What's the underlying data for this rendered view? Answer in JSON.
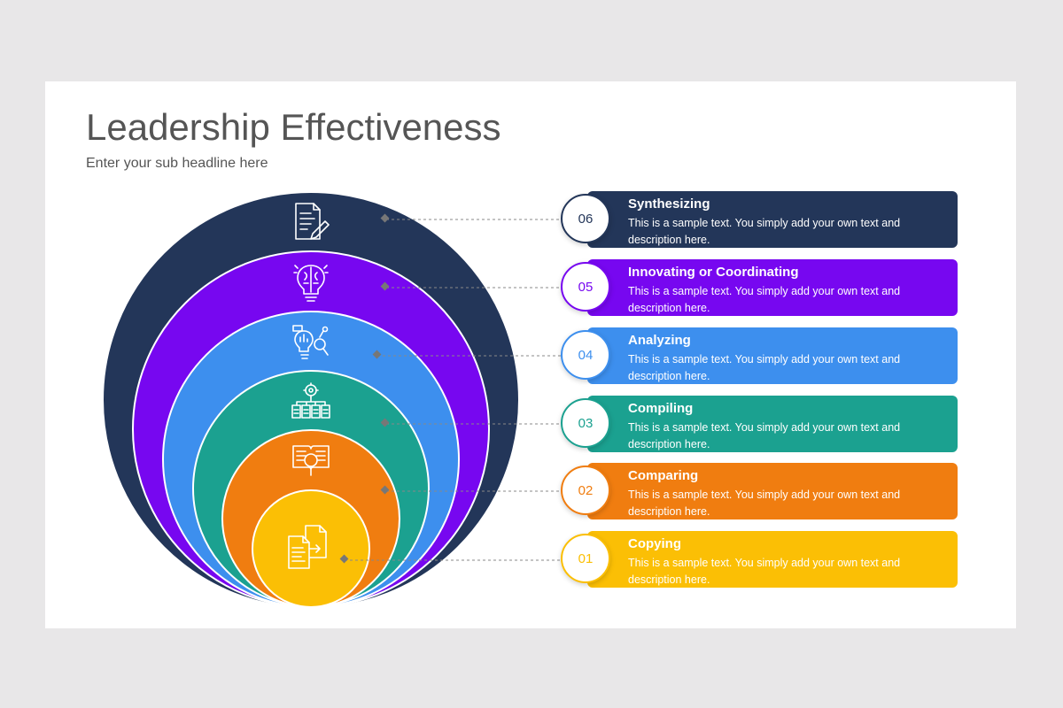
{
  "header": {
    "title": "Leadership Effectiveness",
    "subtitle": "Enter your sub headline here"
  },
  "colors": {
    "background": "#e8e7e8",
    "slide": "#ffffff",
    "connector": "#888888"
  },
  "steps": [
    {
      "number": "06",
      "title": "Synthesizing",
      "description": "This is a sample text. You simply add your own text and description here.",
      "color": "#233659",
      "icon": "document-pen-icon"
    },
    {
      "number": "05",
      "title": "Innovating or Coordinating",
      "description": "This is a sample text. You simply add your own text and description here.",
      "color": "#7707f0",
      "icon": "brain-bulb-icon"
    },
    {
      "number": "04",
      "title": "Analyzing",
      "description": "This is a sample text. You simply add your own text and description here.",
      "color": "#3d8fee",
      "icon": "bulb-magnifier-icon"
    },
    {
      "number": "03",
      "title": "Compiling",
      "description": "This is a sample text. You simply add your own text and description here.",
      "color": "#1ba190",
      "icon": "gear-network-icon"
    },
    {
      "number": "02",
      "title": "Comparing",
      "description": "This is a sample text. You simply add your own text and description here.",
      "color": "#f07d10",
      "icon": "book-magnifier-icon"
    },
    {
      "number": "01",
      "title": "Copying",
      "description": "This is a sample text. You simply add your own text and description here.",
      "color": "#fbbf05",
      "icon": "copy-files-icon"
    }
  ]
}
